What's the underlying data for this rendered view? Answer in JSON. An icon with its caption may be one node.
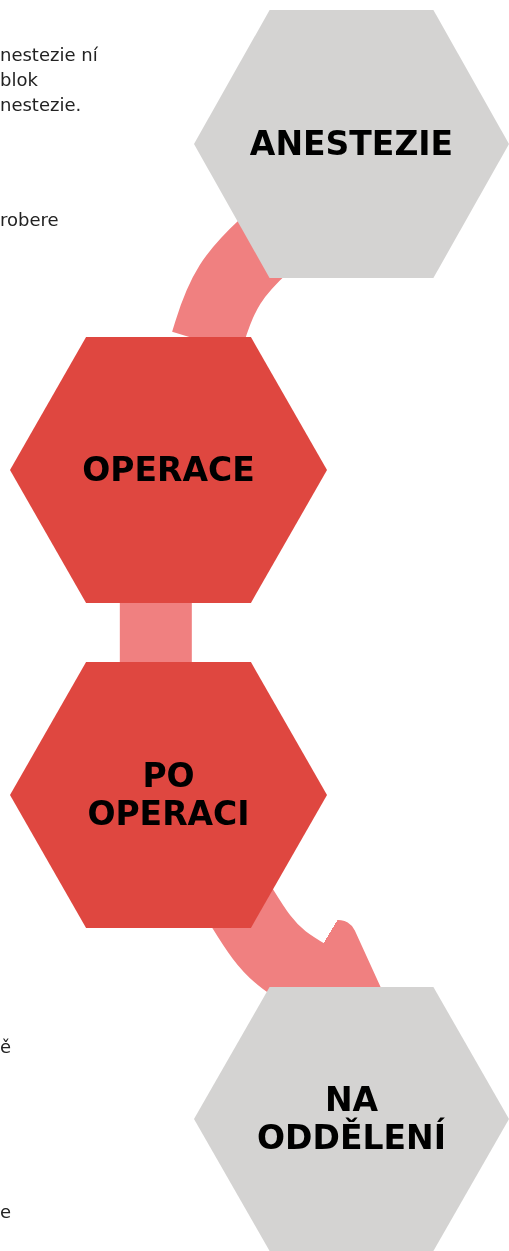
{
  "diagram": {
    "nodes": [
      {
        "text": [
          "ANESTEZIE"
        ]
      },
      {
        "text": [
          "OPERACE"
        ]
      },
      {
        "text": [
          "PO OPERACI"
        ]
      },
      {
        "text": [
          "NA ODDĚLENÍ"
        ]
      }
    ],
    "edges": [
      {
        "from": 0,
        "to": 1,
        "arrow": "none"
      },
      {
        "from": 1,
        "to": 2,
        "arrow": "none"
      },
      {
        "from": 2,
        "to": 3,
        "arrow": "to"
      }
    ],
    "labels": [
      "nestezie ní blok nestezie.",
      "robere",
      "ě",
      "e"
    ]
  }
}
